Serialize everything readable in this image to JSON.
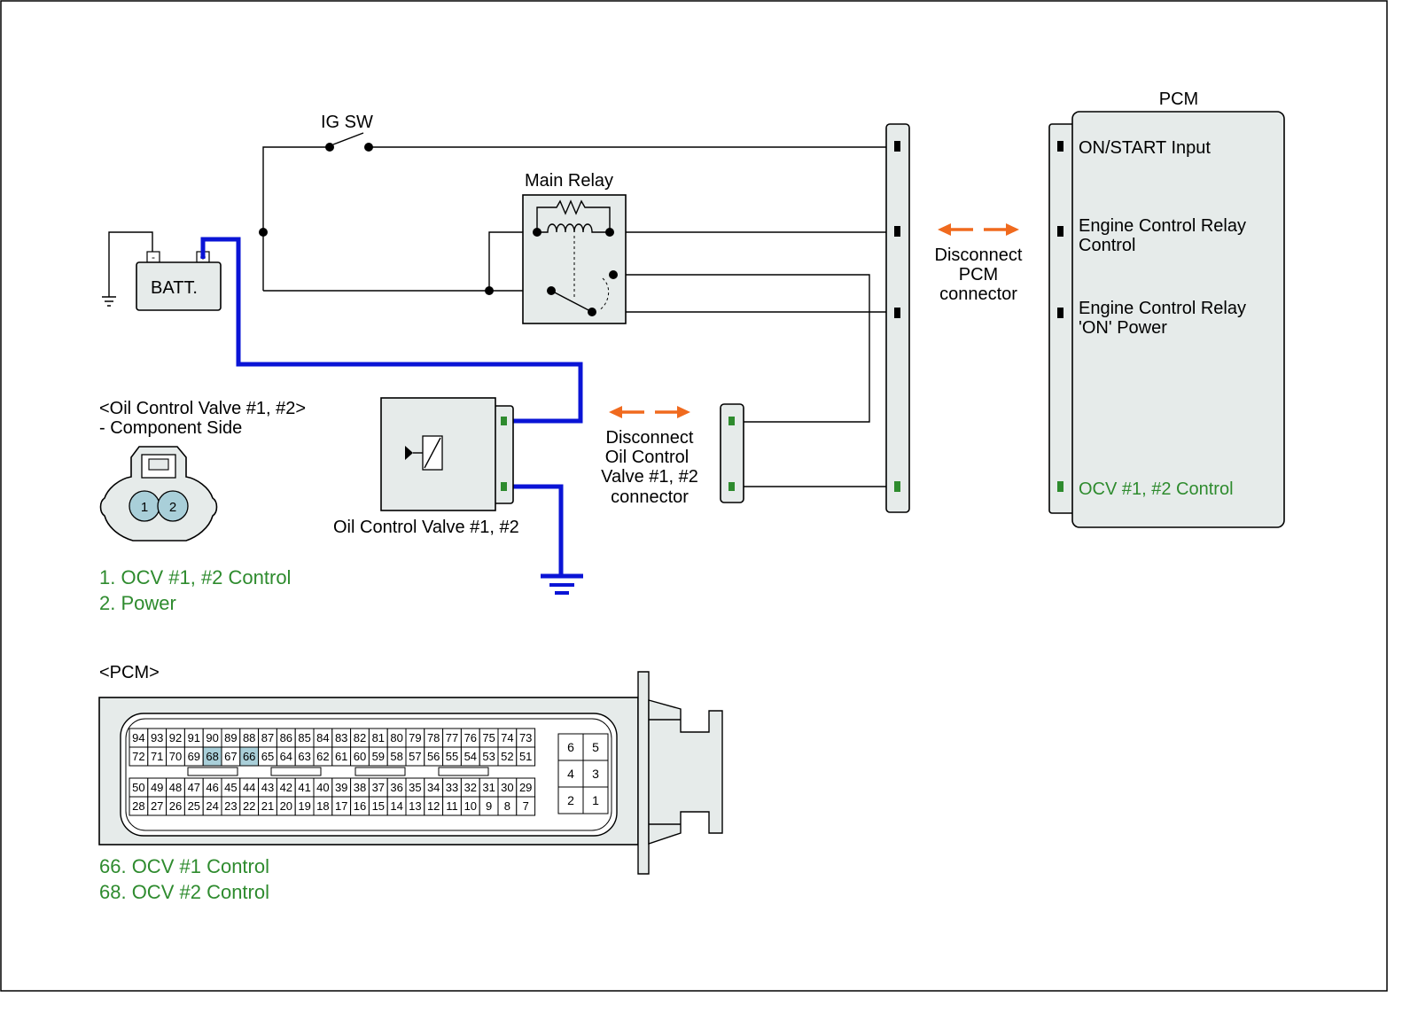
{
  "switch": {
    "label": "IG SW"
  },
  "battery": {
    "label": "BATT.",
    "neg": "-",
    "pos": "+"
  },
  "relay": {
    "label": "Main Relay"
  },
  "pcm": {
    "title": "PCM",
    "pins": [
      {
        "label_lines": [
          "ON/START Input"
        ],
        "color": "#000000"
      },
      {
        "label_lines": [
          "Engine Control Relay",
          "Control"
        ],
        "color": "#000000"
      },
      {
        "label_lines": [
          "Engine Control Relay",
          "'ON' Power"
        ],
        "color": "#000000"
      },
      {
        "label_lines": [
          "OCV #1, #2 Control"
        ],
        "color": "#2e8b2e"
      }
    ]
  },
  "disconnect_pcm": {
    "lines": [
      "Disconnect",
      "PCM",
      "connector"
    ]
  },
  "disconnect_ocv": {
    "lines": [
      "Disconnect",
      "Oil Control",
      "Valve #1, #2",
      "connector"
    ]
  },
  "ocv": {
    "label": "Oil Control Valve #1, #2"
  },
  "component_side": {
    "title_lines": [
      "<Oil Control Valve #1, #2>",
      "- Component Side"
    ],
    "pins": [
      "1",
      "2"
    ],
    "legend": [
      "1. OCV #1, #2 Control",
      "2. Power"
    ]
  },
  "pcm_connector": {
    "title": "<PCM>",
    "row1": [
      "94",
      "93",
      "92",
      "91",
      "90",
      "89",
      "88",
      "87",
      "86",
      "85",
      "84",
      "83",
      "82",
      "81",
      "80",
      "79",
      "78",
      "77",
      "76",
      "75",
      "74",
      "73"
    ],
    "row2": [
      "72",
      "71",
      "70",
      "69",
      "68",
      "67",
      "66",
      "65",
      "64",
      "63",
      "62",
      "61",
      "60",
      "59",
      "58",
      "57",
      "56",
      "55",
      "54",
      "53",
      "52",
      "51"
    ],
    "row3": [
      "50",
      "49",
      "48",
      "47",
      "46",
      "45",
      "44",
      "43",
      "42",
      "41",
      "40",
      "39",
      "38",
      "37",
      "36",
      "35",
      "34",
      "33",
      "32",
      "31",
      "30",
      "29"
    ],
    "row4": [
      "28",
      "27",
      "26",
      "25",
      "24",
      "23",
      "22",
      "21",
      "20",
      "19",
      "18",
      "17",
      "16",
      "15",
      "14",
      "13",
      "12",
      "11",
      "10",
      "9",
      "8",
      "7"
    ],
    "highlighted": [
      "68",
      "66"
    ],
    "small_block": [
      "6",
      "5",
      "4",
      "3",
      "2",
      "1"
    ],
    "legend": [
      "66. OCV #1 Control",
      "68. OCV #2 Control"
    ]
  },
  "colors": {
    "wire_highlight": "#0a14d6",
    "arrow": "#f06a1e",
    "connector_fill": "#e6ebea",
    "pin_highlight": "#a9cfd9",
    "signal_green": "#2e8b2e"
  }
}
